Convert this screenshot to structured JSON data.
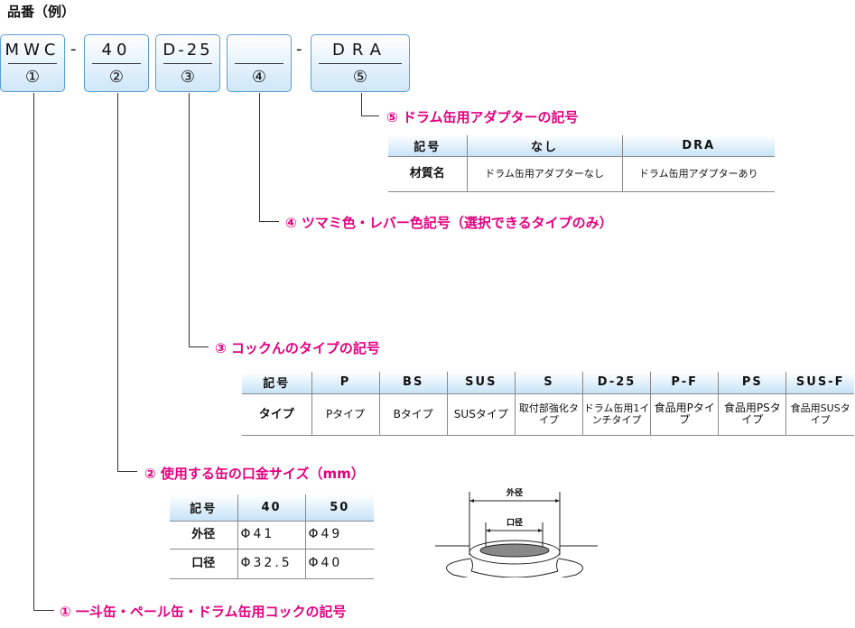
{
  "title": "品番（例）",
  "part_number": {
    "separator": "-",
    "boxes": [
      {
        "code": "MWC",
        "num": "①"
      },
      {
        "code": "40",
        "num": "②"
      },
      {
        "code": "D-25",
        "num": "③"
      },
      {
        "code": "",
        "num": "④"
      },
      {
        "code": "DRA",
        "num": "⑤"
      }
    ]
  },
  "sections": {
    "s5": {
      "label": "⑤ ドラム缶用アダプターの記号",
      "header": [
        "記号",
        "なし",
        "DRA"
      ],
      "row": [
        "材質名",
        "ドラム缶用アダプターなし",
        "ドラム缶用アダプターあり"
      ]
    },
    "s4": {
      "label": "④ ツマミ色・レバー色記号（選択できるタイプのみ）"
    },
    "s3": {
      "label": "③ コックんのタイプの記号",
      "header": [
        "記号",
        "P",
        "BS",
        "SUS",
        "S",
        "D-25",
        "P-F",
        "PS",
        "SUS-F"
      ],
      "row": [
        "タイプ",
        "Pタイプ",
        "Bタイプ",
        "SUSタイプ",
        "取付部強化タイプ",
        "ドラム缶用1インチタイプ",
        "食品用Pタイプ",
        "食品用PSタイプ",
        "食品用SUSタイプ"
      ]
    },
    "s2": {
      "label": "② 使用する缶の口金サイズ（mm）",
      "header": [
        "記号",
        "40",
        "50"
      ],
      "rows": [
        [
          "外径",
          "Φ41",
          "Φ49"
        ],
        [
          "口径",
          "Φ32.5",
          "Φ40"
        ]
      ],
      "diagram": {
        "outer": "外径",
        "inner": "口径"
      }
    },
    "s1": {
      "label": "① 一斗缶・ペール缶・ドラム缶用コックの記号"
    }
  }
}
